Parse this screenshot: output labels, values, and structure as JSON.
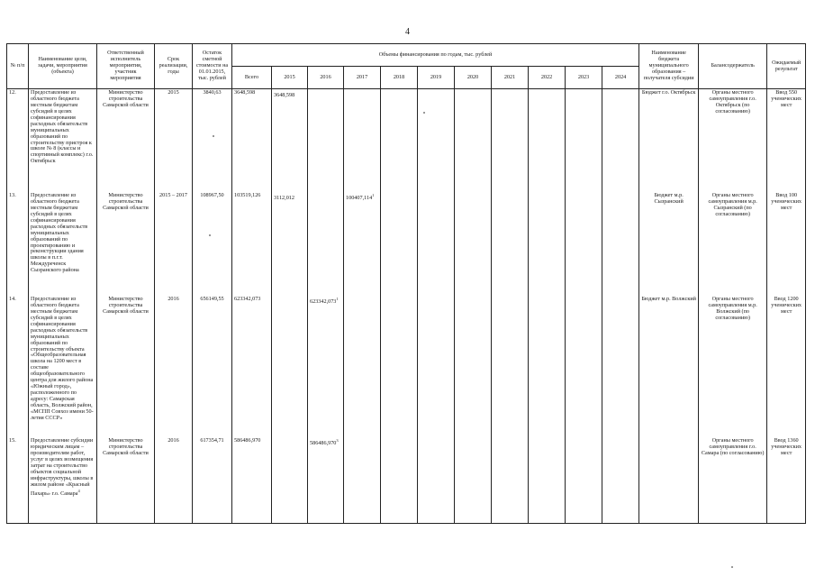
{
  "page": {
    "number": "4"
  },
  "header": {
    "num": "№ п/п",
    "name": "Наименование цели, задачи, мероприятия (объекта)",
    "executor": "Ответственный исполнитель мероприятия, участник мероприятия",
    "period": "Срок реализации, годы",
    "remainder": "Остаток сметной стоимости на 01.01.2015, тыс. рублей",
    "funding_group": "Объемы финансирования по годам, тыс. рублей",
    "total": "Всего",
    "years": [
      "2015",
      "2016",
      "2017",
      "2018",
      "2019",
      "2020",
      "2021",
      "2022",
      "2023",
      "2024"
    ],
    "recipient": "Наименование бюджета муниципального образования – получателя субсидии",
    "holder": "Балансодержатель",
    "result": "Ожидаемый результат"
  },
  "rows": [
    {
      "num": "12.",
      "name": "Предоставление из областного бюджета местным бюджетам субсидий в целях софинансирования расходных обязательств муниципальных образований по строительству пристроя к школе № 8 (классы и спортивный комплекс) г.о. Октябрьск",
      "executor": "Министерство строительства Самарской области",
      "period": "2015",
      "remainder": "3840,63",
      "total": "3648,598",
      "amounts": [
        "3648,598",
        "",
        "",
        "",
        "",
        "",
        "",
        "",
        "",
        ""
      ],
      "amount_marks": [
        "",
        "",
        "",
        "",
        "",
        "",
        "",
        "",
        "",
        ""
      ],
      "recipient": "Бюджет г.о. Октябрьск",
      "holder": "Органы местного самоуправления г.о. Октябрьск (по согласованию)",
      "result": "Ввод 550 ученических мест"
    },
    {
      "num": "13.",
      "name": "Предоставление из областного бюджета местным бюджетам субсидий в целях софинансирования расходных обязательств муниципальных образований по проектированию и реконструкции здания школы в п.г.т. Междуреченск Сызранского района",
      "executor": "Министерство строительства Самарской области",
      "period": "2015 – 2017",
      "remainder": "108967,50",
      "total": "103519,126",
      "amounts": [
        "3112,012",
        "",
        "100407,114",
        "",
        "",
        "",
        "",
        "",
        "",
        ""
      ],
      "amount_marks": [
        "",
        "",
        "1",
        "",
        "",
        "",
        "",
        "",
        "",
        ""
      ],
      "recipient": "Бюджет м.р. Сызранский",
      "holder": "Органы местного самоуправления м.р. Сызранский (по согласованию)",
      "result": "Ввод 100 ученических мест"
    },
    {
      "num": "14.",
      "name": "Предоставление из областного бюджета местным бюджетам субсидий в целях софинансирования расходных обязательств муниципальных образований по строительству объекта «Общеобразовательная школа на 1200 мест в составе общеобразовательного центра для жилого района «Южный город», расположенного по адресу: Самарская область, Волжский район, «МСПП Совхоз имени 50-летия СССР»",
      "executor": "Министерство строительства Самарской области",
      "period": "2016",
      "remainder": "656149,55",
      "total": "623342,073",
      "amounts": [
        "",
        "623342,073",
        "",
        "",
        "",
        "",
        "",
        "",
        "",
        ""
      ],
      "amount_marks": [
        "",
        "1",
        "",
        "",
        "",
        "",
        "",
        "",
        "",
        ""
      ],
      "recipient": "Бюджет м.р. Волжский",
      "holder": "Органы местного самоуправления м.р. Волжский (по согласованию)",
      "result": "Ввод 1200 ученических мест"
    },
    {
      "num": "15.",
      "name": "Предоставление субсидии юридическим лицам – производителям работ, услуг в целях возмещения затрат на строительство объектов социальной инфраструктуры, школы в жилом районе «Красный Пахарь» г.о. Самара",
      "name_mark": "4",
      "executor": "Министерство строительства Самарской области",
      "period": "2016",
      "remainder": "617354,71",
      "total": "586486,970",
      "amounts": [
        "",
        "586486,970",
        "",
        "",
        "",
        "",
        "",
        "",
        "",
        ""
      ],
      "amount_marks": [
        "",
        "3",
        "",
        "",
        "",
        "",
        "",
        "",
        "",
        ""
      ],
      "recipient": "",
      "holder": "Органы местного самоуправления г.о. Самара (по согласованию)",
      "result": "Ввод 1360 ученических мест"
    }
  ]
}
